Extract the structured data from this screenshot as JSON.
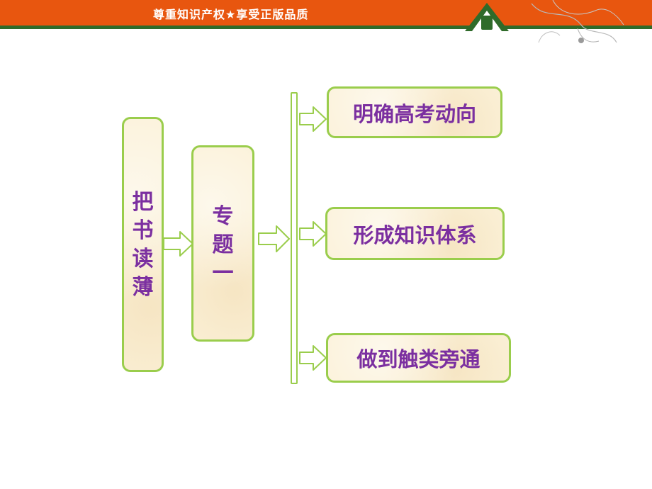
{
  "banner": {
    "text": "尊重知识产权★享受正版品质"
  },
  "colors": {
    "banner": "#e8560f",
    "border": "#9acd4c",
    "text": "#7b2fa0",
    "box_fill": "#fbf1d8"
  },
  "diagram": {
    "root": {
      "chars": [
        "把",
        "书",
        "读",
        "薄"
      ]
    },
    "topic": {
      "chars": [
        "专",
        "题",
        "一"
      ]
    },
    "branches": [
      {
        "label": "明确高考动向"
      },
      {
        "label": "形成知识体系"
      },
      {
        "label": "做到触类旁通"
      }
    ]
  }
}
